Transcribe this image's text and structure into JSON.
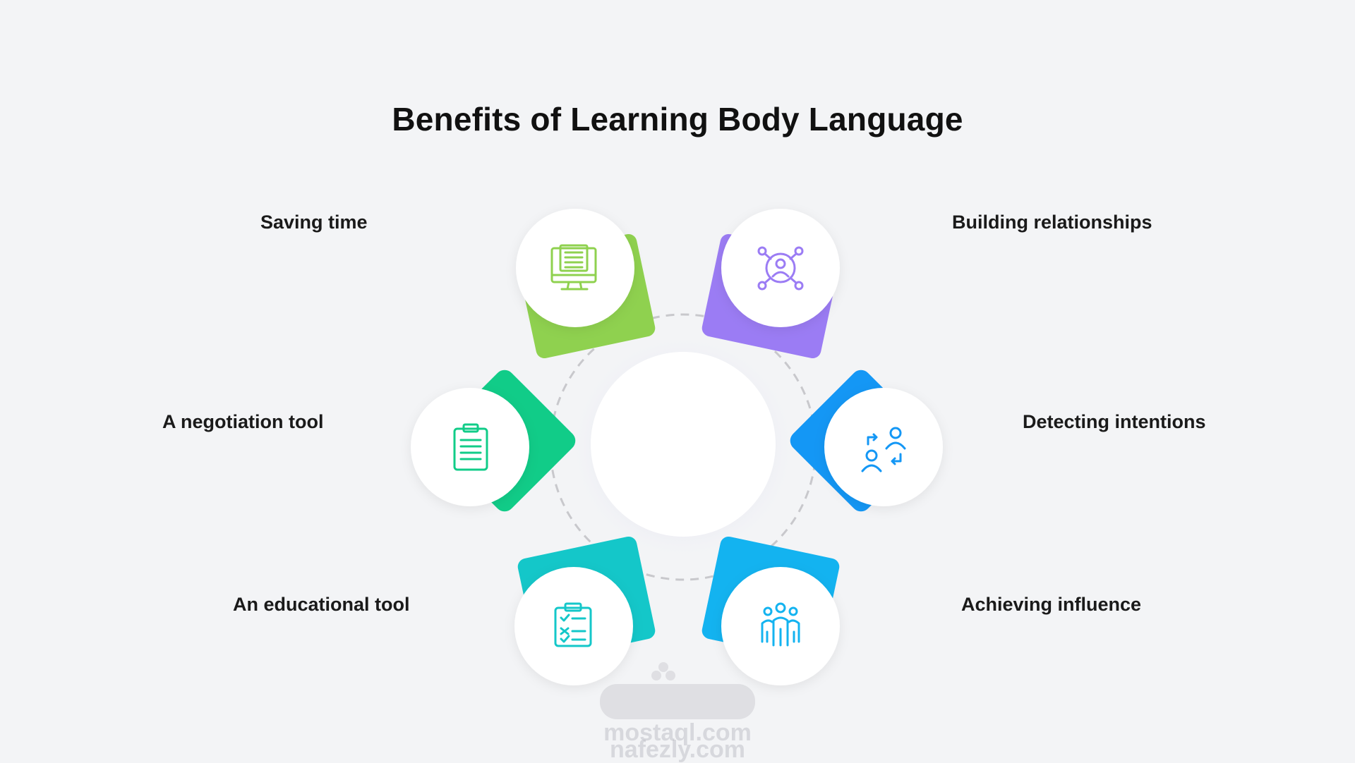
{
  "title": "Benefits of Learning Body Language",
  "items": [
    {
      "label": "Saving time",
      "icon": "computer-screen-icon",
      "color": "#8fd14f"
    },
    {
      "label": "Building relationships",
      "icon": "network-people-icon",
      "color": "#9b7cf4"
    },
    {
      "label": "A negotiation tool",
      "icon": "clipboard-icon",
      "color": "#11cc88"
    },
    {
      "label": "Detecting intentions",
      "icon": "people-exchange-icon",
      "color": "#1497f5"
    },
    {
      "label": "An educational tool",
      "icon": "checklist-icon",
      "color": "#14c7c9"
    },
    {
      "label": "Achieving influence",
      "icon": "group-people-icon",
      "color": "#13b3f0"
    }
  ],
  "watermark": {
    "line1": "mostaql.com",
    "line2": "nafezly.com"
  }
}
